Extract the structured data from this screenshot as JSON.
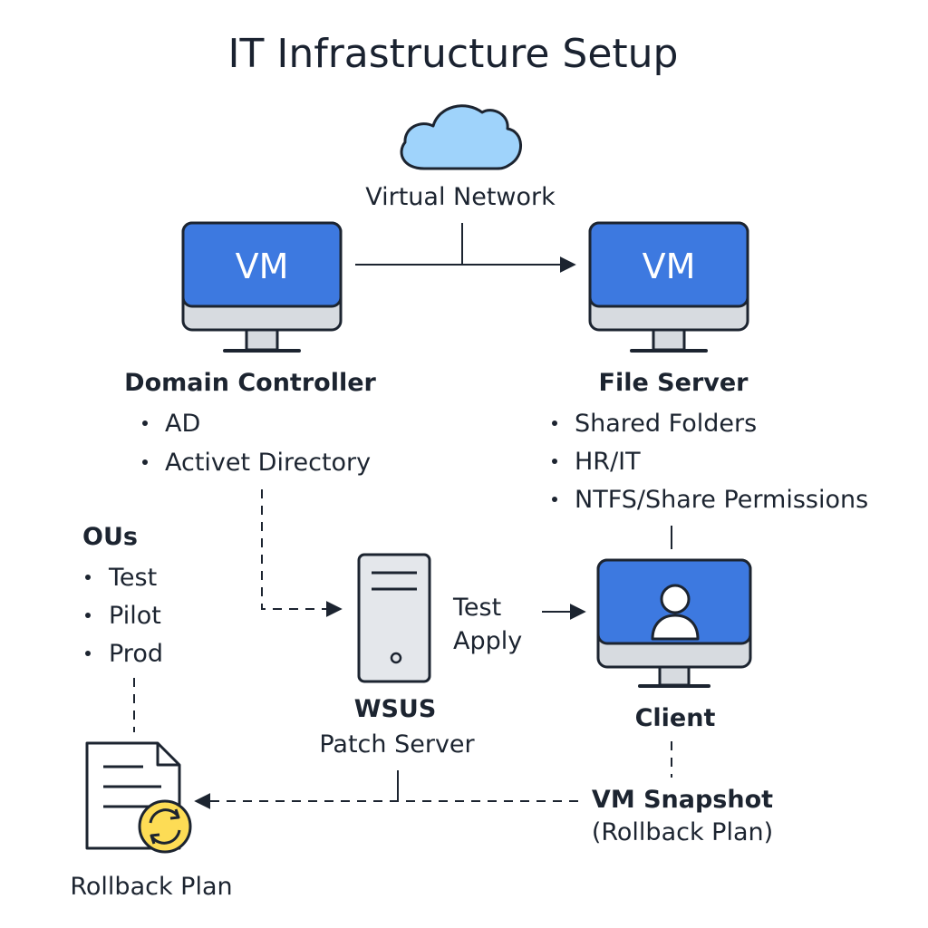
{
  "title": "IT Infrastructure Setup",
  "network": {
    "label": "Virtual Network",
    "icon": "cloud-icon"
  },
  "domain_controller": {
    "screen_text": "VM",
    "label": "Domain Controller",
    "bullets": [
      "AD",
      "Activet Directory"
    ]
  },
  "file_server": {
    "screen_text": "VM",
    "label": "File Server",
    "bullets": [
      "Shared Folders",
      "HR/IT",
      "NTFS/Share Permissions"
    ]
  },
  "ous": {
    "label": "OUs",
    "bullets": [
      "Test",
      "Pilot",
      "Prod"
    ]
  },
  "wsus": {
    "label": "WSUS",
    "sublabel": "Patch Server",
    "icon": "server-tower-icon"
  },
  "flow": {
    "line1": "Test",
    "line2": "Apply"
  },
  "client": {
    "label": "Client",
    "icon": "user-icon"
  },
  "snapshot": {
    "label": "VM Snapshot",
    "sublabel": "(Rollback Plan)"
  },
  "rollback": {
    "label": "Rollback Plan",
    "icon": "document-refresh-icon"
  },
  "colors": {
    "screen_blue": "#3d79e0",
    "cloud_blue": "#9fd3fb",
    "bezel_gray": "#d7dbe0",
    "refresh_yellow": "#fddc55",
    "ink": "#1c2430"
  }
}
